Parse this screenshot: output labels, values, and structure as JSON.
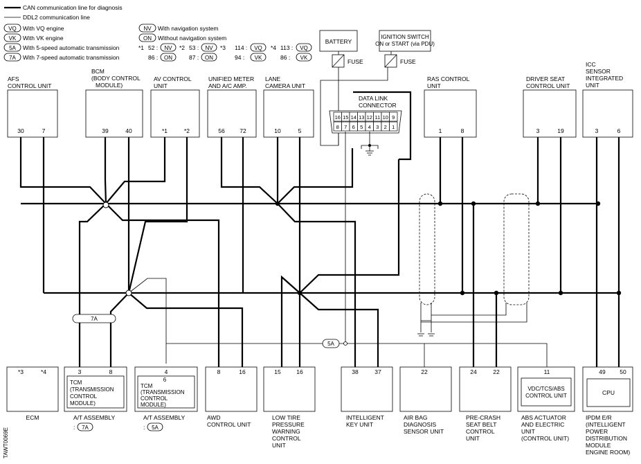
{
  "legend": {
    "can": "CAN communication line for diagnosis",
    "ddl2": "DDL2 communication line",
    "items": [
      {
        "badge": "VQ",
        "text": "With VQ engine"
      },
      {
        "badge": "VK",
        "text": "With VK engine"
      },
      {
        "badge": "5A",
        "text": "With 5-speed automatic transmission"
      },
      {
        "badge": "7A",
        "text": "With 7-speed automatic transmission"
      },
      {
        "badge": "NV",
        "text": "With navigation system"
      },
      {
        "badge": "ON",
        "text": "Without navigation system"
      }
    ],
    "notes": {
      "n1": "*1",
      "n1a": "52 :",
      "n1b": "NV",
      "n1c": "86 :",
      "n1d": "ON",
      "n2": "*2",
      "n2a": "53 :",
      "n2b": "NV",
      "n2c": "87 :",
      "n2d": "ON",
      "n3": "*3",
      "n3a": "114 :",
      "n3b": "VQ",
      "n3c": "94 :",
      "n3d": "VK",
      "n4": "*4",
      "n4a": "113 :",
      "n4b": "VQ",
      "n4c": "86 :",
      "n4d": "VK"
    }
  },
  "power": {
    "battery": "BATTERY",
    "ign1": "IGNITION SWITCH",
    "ign2": "ON or START (via PDU)",
    "fuse1": "FUSE",
    "fuse2": "FUSE"
  },
  "dlc": {
    "label1": "DATA LINK",
    "label2": "CONNECTOR",
    "top": [
      "16",
      "15",
      "14",
      "13",
      "12",
      "11",
      "10",
      "9"
    ],
    "bottom": [
      "8",
      "7",
      "6",
      "5",
      "4",
      "3",
      "2",
      "1"
    ]
  },
  "top_units": {
    "afs": {
      "l1": "AFS",
      "l2": "CONTROL UNIT",
      "p1": "30",
      "p2": "7"
    },
    "bcm": {
      "l1": "BCM",
      "l2": "(BODY CONTROL",
      "l3": "MODULE)",
      "p1": "39",
      "p2": "40"
    },
    "av": {
      "l1": "AV CONTROL",
      "l2": "UNIT",
      "p1": "*1",
      "p2": "*2"
    },
    "meter": {
      "l1": "UNIFIED METER",
      "l2": "AND A/C AMP.",
      "p1": "56",
      "p2": "72"
    },
    "lane": {
      "l1": "LANE",
      "l2": "CAMERA UNIT",
      "p1": "10",
      "p2": "5"
    },
    "ras": {
      "l1": "RAS CONTROL",
      "l2": "UNIT",
      "p1": "1",
      "p2": "8"
    },
    "seat": {
      "l1": "DRIVER SEAT",
      "l2": "CONTROL UNIT",
      "p1": "3",
      "p2": "19"
    },
    "icc": {
      "l1": "ICC",
      "l2": "SENSOR",
      "l3": "INTEGRATED",
      "l4": "UNIT",
      "p1": "3",
      "p2": "6"
    }
  },
  "bottom_units": {
    "ecm": {
      "label": "ECM",
      "p1": "*3",
      "p2": "*4"
    },
    "tcm7": {
      "inner1": "TCM",
      "inner2": "(TRANSMISSION",
      "inner3": "CONTROL",
      "inner4": "MODULE)",
      "l1": "A/T ASSEMBLY",
      "badge": "7A",
      "p1": "3",
      "p2": "8"
    },
    "tcm5": {
      "inner1": "TCM",
      "inner2": "(TRANSMISSION",
      "inner3": "CONTROL",
      "inner4": "MODULE)",
      "l1": "A/T ASSEMBLY",
      "badge": "5A",
      "p1": "4",
      "p2": "6"
    },
    "awd": {
      "l1": "AWD",
      "l2": "CONTROL UNIT",
      "p1": "8",
      "p2": "16"
    },
    "tpms": {
      "l1": "LOW TIRE",
      "l2": "PRESSURE",
      "l3": "WARNING",
      "l4": "CONTROL",
      "l5": "UNIT",
      "p1": "15",
      "p2": "16"
    },
    "key": {
      "l1": "INTELLIGENT",
      "l2": "KEY UNIT",
      "p1": "38",
      "p2": "37"
    },
    "airbag": {
      "l1": "AIR BAG",
      "l2": "DIAGNOSIS",
      "l3": "SENSOR UNIT",
      "p1": "22"
    },
    "precrash": {
      "l1": "PRE-CRASH",
      "l2": "SEAT BELT",
      "l3": "CONTROL",
      "l4": "UNIT",
      "p1": "24",
      "p2": "22"
    },
    "abs": {
      "inner1": "VDC/TCS/ABS",
      "inner2": "CONTROL UNIT",
      "l1": "ABS ACTUATOR",
      "l2": "AND ELECTRIC",
      "l3": "UNIT",
      "l4": "(CONTROL UNIT)",
      "p1": "11"
    },
    "ipdm": {
      "inner": "CPU",
      "l1": "IPDM E/R",
      "l2": "(INTELLIGENT",
      "l3": "POWER",
      "l4": "DISTRIBUTION",
      "l5": "MODULE",
      "l6": "ENGINE ROOM)",
      "p1": "49",
      "p2": "50"
    }
  },
  "harness": {
    "b7a": "7A",
    "b5a": "5A"
  },
  "figure_code": "TAWT0069E"
}
